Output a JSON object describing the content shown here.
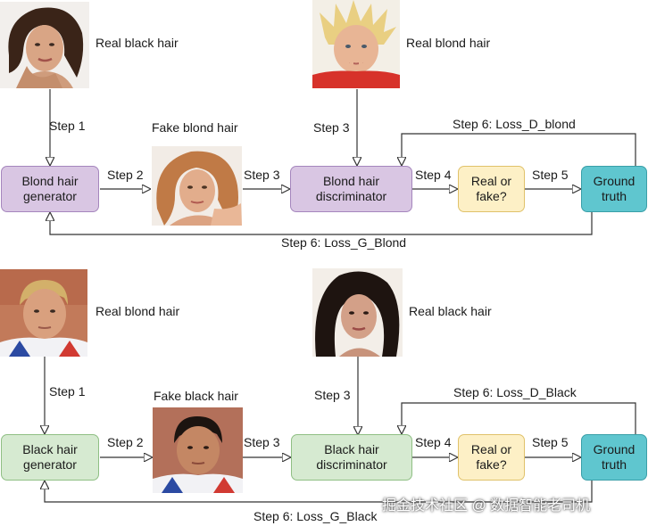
{
  "top": {
    "real_label": "Real black hair",
    "real_right_label": "Real blond hair",
    "fake_label": "Fake blond hair",
    "generator": "Blond hair\ngenerator",
    "discriminator": "Blond hair\ndiscriminator",
    "real_or_fake": "Real or\nfake?",
    "ground_truth": "Ground\ntruth",
    "step1": "Step 1",
    "step2": "Step 2",
    "step3a": "Step 3",
    "step3b": "Step 3",
    "step4": "Step 4",
    "step5": "Step 5",
    "loss_d": "Step 6: Loss_D_blond",
    "loss_g": "Step 6: Loss_G_Blond"
  },
  "bottom": {
    "real_label": "Real blond hair",
    "real_right_label": "Real black hair",
    "fake_label": "Fake black hair",
    "generator": "Black hair\ngenerator",
    "discriminator": "Black hair\ndiscriminator",
    "real_or_fake": "Real or\nfake?",
    "ground_truth": "Ground\ntruth",
    "step1": "Step 1",
    "step2": "Step 2",
    "step3a": "Step 3",
    "step3b": "Step 3",
    "step4": "Step 4",
    "step5": "Step 5",
    "loss_d": "Step 6: Loss_D_Black",
    "loss_g": "Step 6: Loss_G_Black"
  },
  "watermark": "掘金技术社区 @ 数据智能老司机",
  "colors": {
    "generator_blond": "#d9c6e3",
    "generator_black": "#d6ead1",
    "real_or_fake": "#fdf0c6",
    "ground_truth": "#5fc6cf"
  },
  "icons": {
    "photo_top_real": "woman-black-hair-photo",
    "photo_top_right": "boy-blond-hair-photo",
    "photo_top_fake": "woman-blond-hair-photo",
    "photo_bottom_real": "man-blond-hair-photo",
    "photo_bottom_right": "woman-black-hair-photo",
    "photo_bottom_fake": "man-black-hair-photo"
  }
}
